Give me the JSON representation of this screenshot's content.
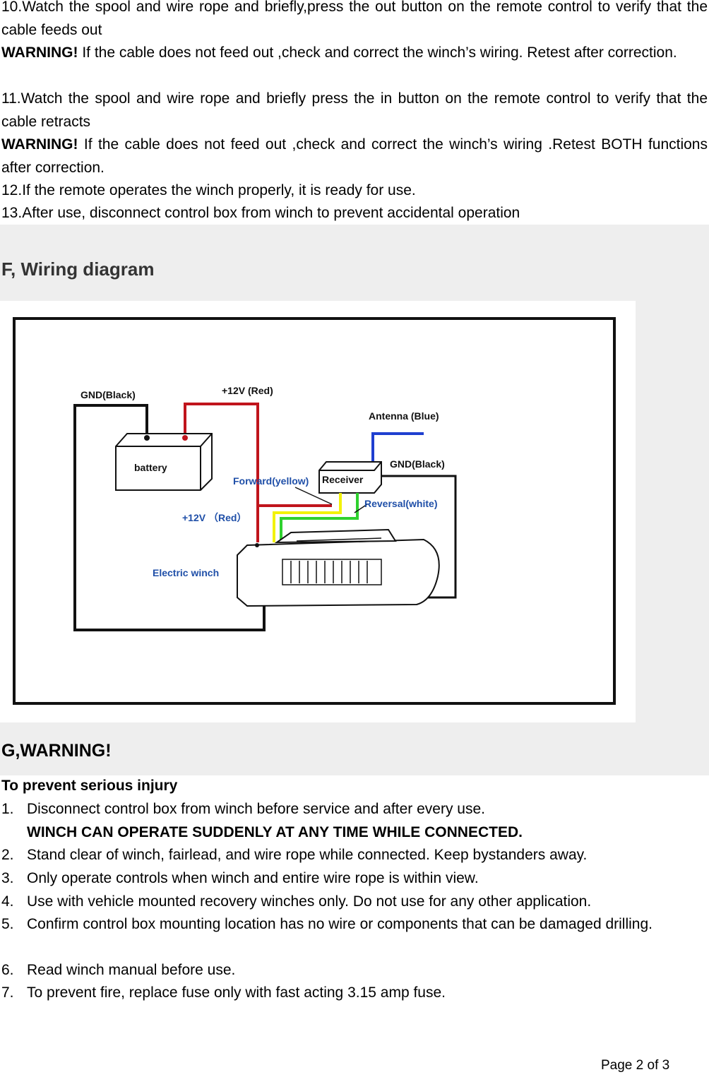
{
  "steps": {
    "s10": "10.Watch the spool and wire rope and briefly,press the out button on the remote control to verify that the cable feeds out",
    "w1_label": "WARNING!",
    "w1_text": " If the cable does not feed out ,check and correct the winch’s wiring. Retest after correction.",
    "s11": "11.Watch the spool and wire rope and briefly press the in button on the remote control to verify that the cable retracts",
    "w2_label": "WARNING!",
    "w2_text": " If the cable does not feed out ,check and correct the winch’s wiring .Retest BOTH functions after correction.",
    "s12": "12.If the remote operates the winch properly, it is ready for use.",
    "s13": "13.After use, disconnect control box from winch to prevent accidental operation"
  },
  "section_f": {
    "title": "F, Wiring diagram"
  },
  "diagram": {
    "gnd_battery": "GND(Black)",
    "plus12_top": "+12V (Red)",
    "antenna": "Antenna (Blue)",
    "gnd_receiver": "GND(Black)",
    "battery": "battery",
    "receiver": "Receiver",
    "forward": "Forward(yellow)",
    "reversal": "Reversal(white)",
    "plus12_winch": "+12V （Red）",
    "electric_winch": "Electric winch",
    "colors": {
      "red": "#c0141c",
      "blue": "#1f3fd0",
      "yellow": "#f2f20a",
      "green": "#2fd12f",
      "black": "#111111",
      "label_blue": "#1f4fa8"
    }
  },
  "section_g": {
    "title": "G,WARNING!",
    "subtitle": "To prevent serious injury",
    "items": [
      {
        "num": "1.",
        "text": "Disconnect control box from winch before service and after every use.",
        "bold": "WINCH CAN OPERATE SUDDENLY AT ANY TIME WHILE CONNECTED."
      },
      {
        "num": "2.",
        "text": "Stand clear of winch, fairlead, and wire rope while connected. Keep bystanders away."
      },
      {
        "num": "3.",
        "text": "Only operate controls when winch and entire wire rope is within view."
      },
      {
        "num": "4.",
        "text": "Use with vehicle mounted recovery winches only. Do not use for any other application."
      },
      {
        "num": "5.",
        "text": "Confirm control box mounting location has no wire or components that can be damaged drilling."
      },
      {
        "num": "6.",
        "text": "Read winch manual before use."
      },
      {
        "num": "7.",
        "text": "To prevent fire, replace fuse only with fast acting 3.15 amp fuse."
      }
    ]
  },
  "footer": {
    "page": "Page 2 of 3"
  }
}
